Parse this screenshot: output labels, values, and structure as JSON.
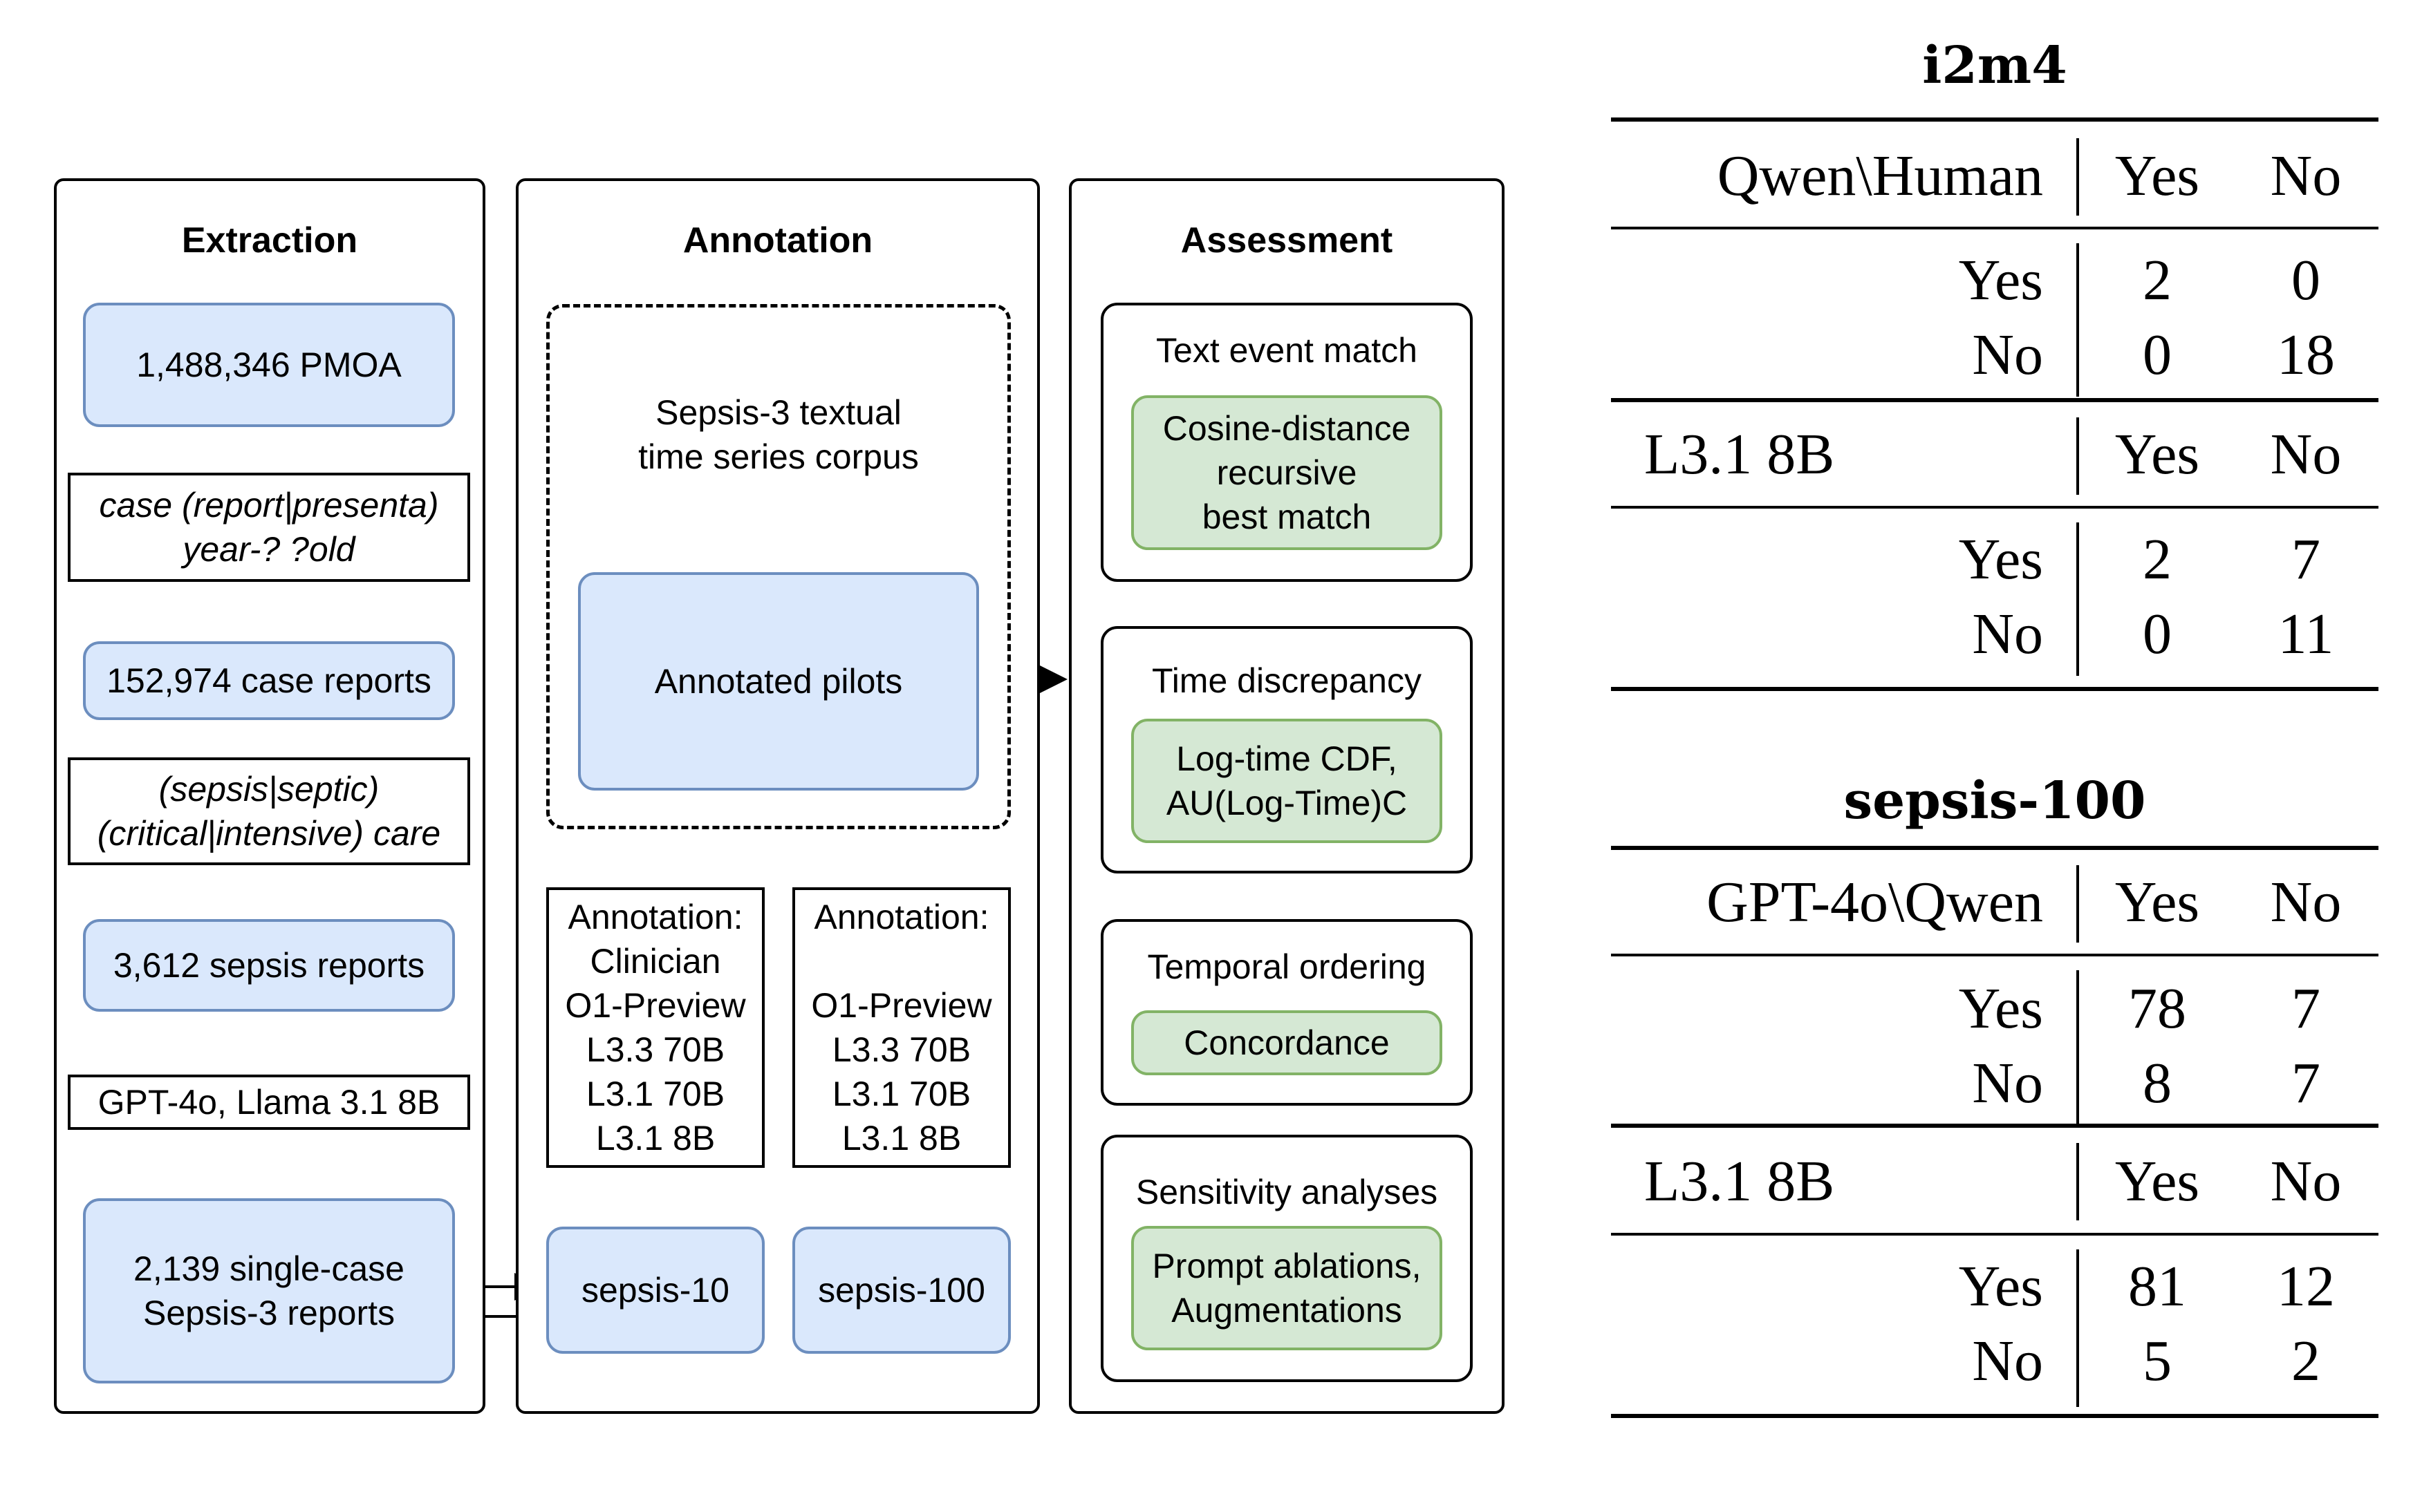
{
  "diagram": {
    "extraction": {
      "title": "Extraction",
      "pmoa": "1,488,346 PMOA",
      "filter1": "case (report|presenta)\nyear-? ?old",
      "case_reports": "152,974 case reports",
      "filter2": "(sepsis|septic)\n(critical|intensive) care",
      "sepsis_reports": "3,612 sepsis reports",
      "models": "GPT-4o, Llama 3.1 8B",
      "single_case": "2,139 single-case\nSepsis-3 reports"
    },
    "annotation": {
      "title": "Annotation",
      "corpus": "Sepsis-3 textual\ntime series corpus",
      "pilots": "Annotated pilots",
      "annot1": "Annotation:\nClinician\nO1-Preview\nL3.3 70B\nL3.1 70B\nL3.1 8B",
      "annot2": "Annotation:\n\nO1-Preview\nL3.3 70B\nL3.1 70B\nL3.1 8B",
      "sepsis10": "sepsis-10",
      "sepsis100": "sepsis-100"
    },
    "assessment": {
      "title": "Assessment",
      "text_event_title": "Text event match",
      "text_event_method": "Cosine-distance\nrecursive\nbest match",
      "time_disc_title": "Time discrepancy",
      "time_disc_method": "Log-time CDF,\nAU(Log-Time)C",
      "temporal_title": "Temporal ordering",
      "temporal_method": "Concordance",
      "sensitivity_title": "Sensitivity analyses",
      "sensitivity_method": "Prompt ablations,\nAugmentations"
    }
  },
  "tables": [
    {
      "title": "i2m4",
      "blocks": [
        {
          "header": "Qwen\\Human",
          "cols": [
            "Yes",
            "No"
          ],
          "rows": [
            {
              "label": "Yes",
              "values": [
                "2",
                "0"
              ]
            },
            {
              "label": "No",
              "values": [
                "0",
                "18"
              ]
            }
          ]
        },
        {
          "header": "L3.1 8B",
          "cols": [
            "Yes",
            "No"
          ],
          "rows": [
            {
              "label": "Yes",
              "values": [
                "2",
                "7"
              ]
            },
            {
              "label": "No",
              "values": [
                "0",
                "11"
              ]
            }
          ]
        }
      ]
    },
    {
      "title": "sepsis-100",
      "blocks": [
        {
          "header": "GPT-4o\\Qwen",
          "cols": [
            "Yes",
            "No"
          ],
          "rows": [
            {
              "label": "Yes",
              "values": [
                "78",
                "7"
              ]
            },
            {
              "label": "No",
              "values": [
                "8",
                "7"
              ]
            }
          ]
        },
        {
          "header": "L3.1 8B",
          "cols": [
            "Yes",
            "No"
          ],
          "rows": [
            {
              "label": "Yes",
              "values": [
                "81",
                "12"
              ]
            },
            {
              "label": "No",
              "values": [
                "5",
                "2"
              ]
            }
          ]
        }
      ]
    }
  ]
}
